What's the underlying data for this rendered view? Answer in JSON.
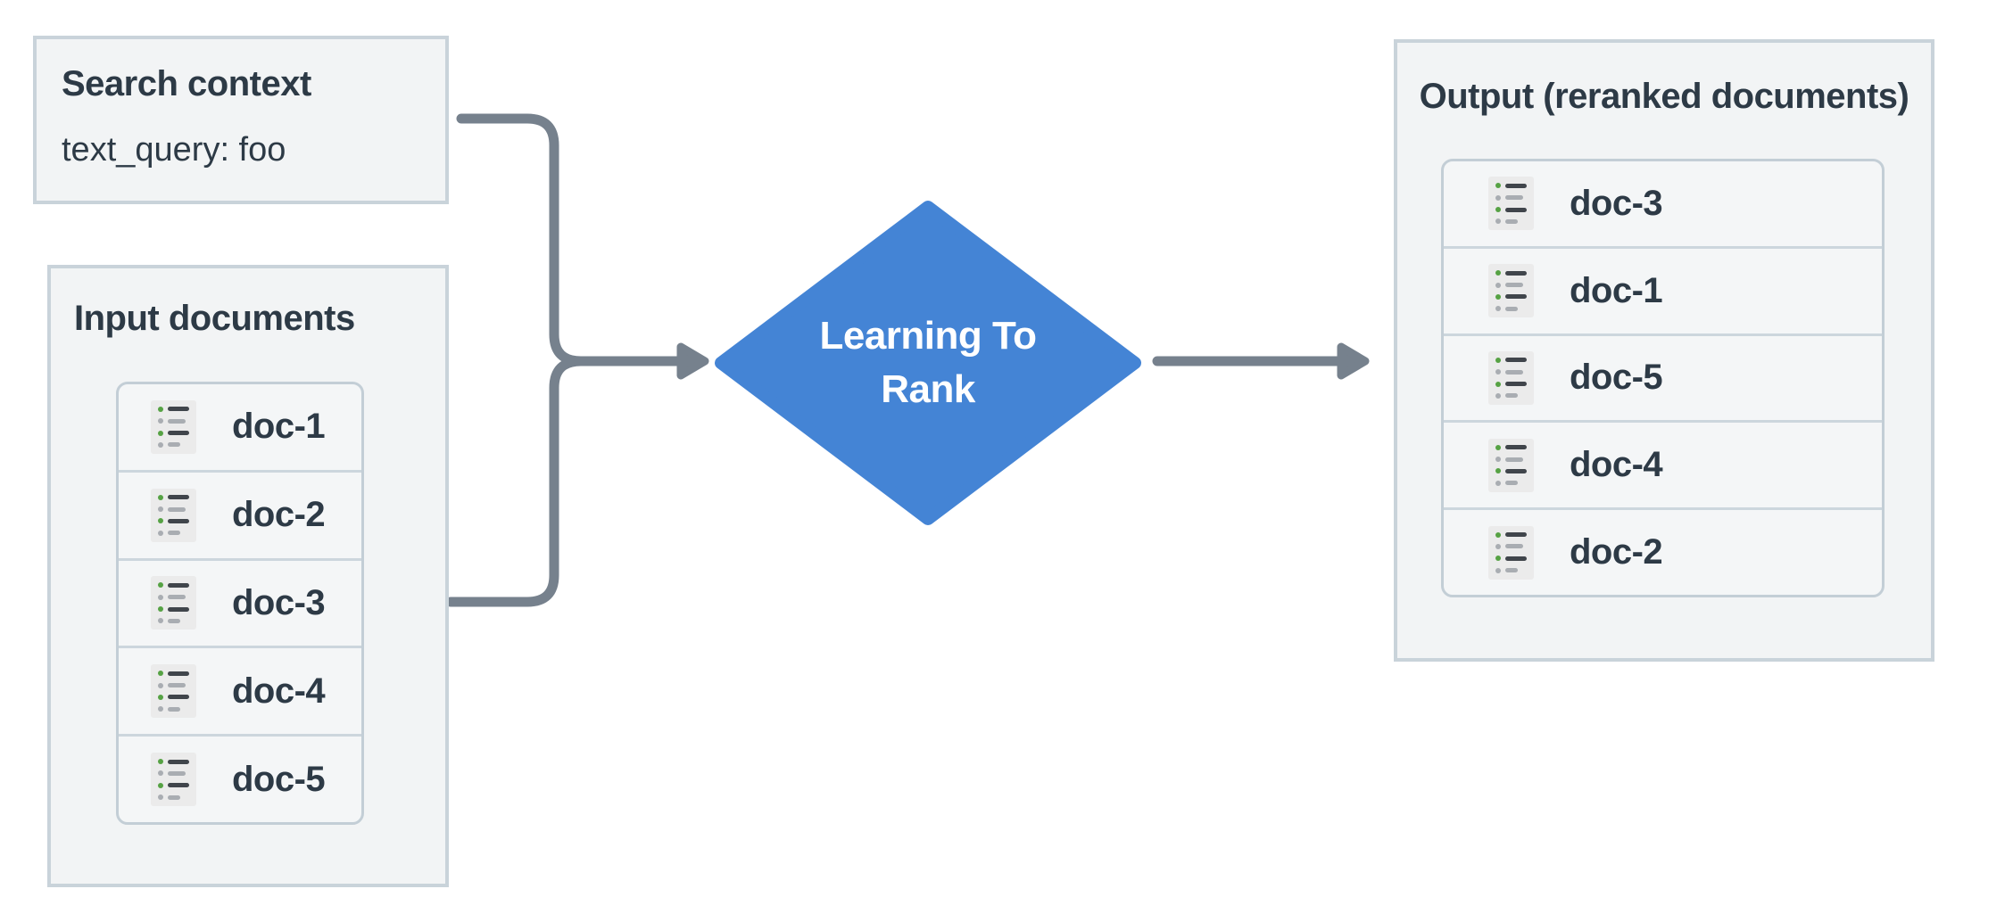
{
  "diagram": {
    "search_context": {
      "title": "Search context",
      "query": "text_query: foo"
    },
    "input_documents": {
      "title": "Input documents",
      "docs": [
        "doc-1",
        "doc-2",
        "doc-3",
        "doc-4",
        "doc-5"
      ]
    },
    "processor": {
      "label": "Learning To Rank"
    },
    "output_documents": {
      "title": "Output (reranked documents)",
      "docs": [
        "doc-3",
        "doc-1",
        "doc-5",
        "doc-4",
        "doc-2"
      ]
    }
  },
  "icons": {
    "doc_icon": "document-list-icon"
  },
  "colors": {
    "diamond_blue": "#4484d5",
    "connector_gray": "#76818d",
    "text_dark": "#2d3a46",
    "panel_fill": "#f2f4f5",
    "panel_border": "#c9d3da",
    "icon_green": "#56a244"
  }
}
